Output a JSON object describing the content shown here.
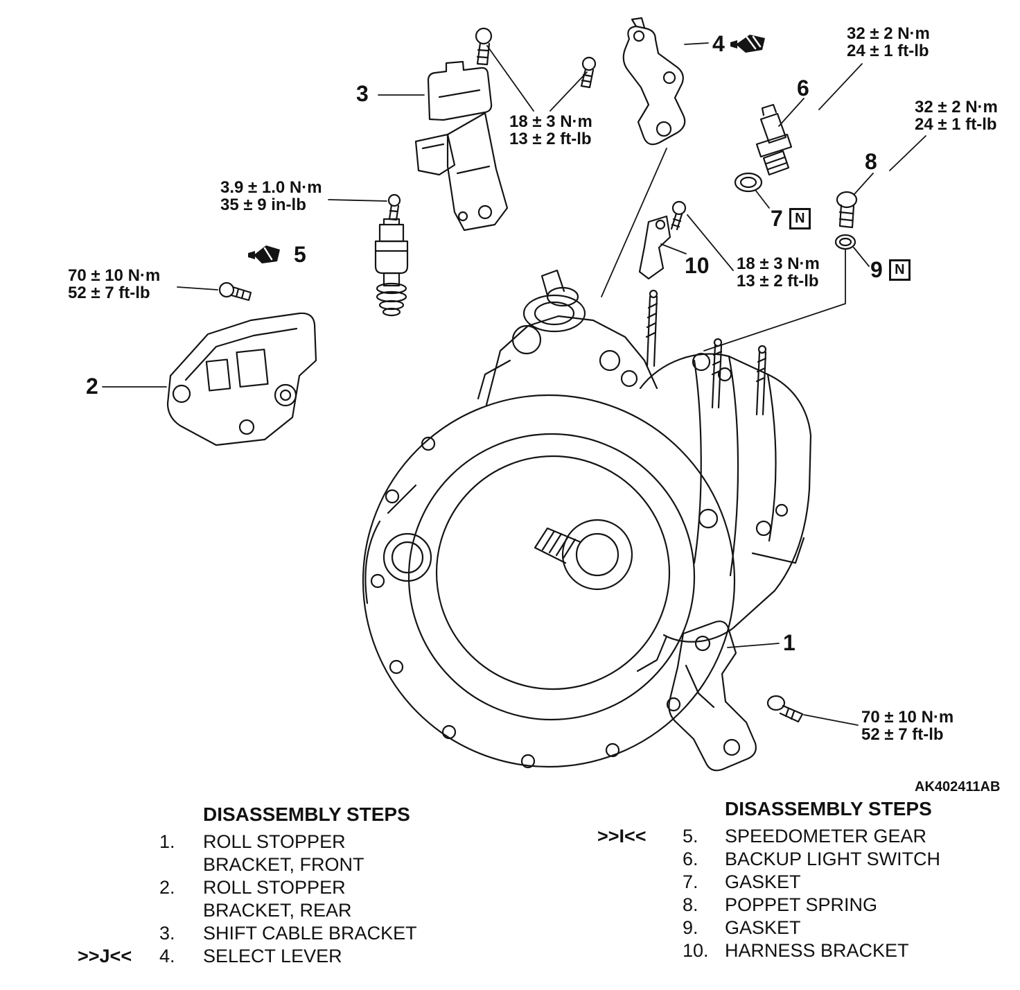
{
  "diagram": {
    "ref_code": "AK402411AB"
  },
  "callouts": {
    "c1": "1",
    "c2": "2",
    "c3": "3",
    "c4": "4",
    "c5": "5",
    "c6": "6",
    "c7": "7",
    "c8": "8",
    "c9": "9",
    "c10": "10",
    "n_symbol": "N"
  },
  "torque": {
    "top_right": {
      "l1": "32 ± 2 N·m",
      "l2": "24 ± 1 ft-lb"
    },
    "right": {
      "l1": "32 ± 2 N·m",
      "l2": "24 ± 1 ft-lb"
    },
    "center": {
      "l1": "18 ± 3 N·m",
      "l2": "13 ± 2 ft-lb"
    },
    "mid_right": {
      "l1": "18 ± 3 N·m",
      "l2": "13 ± 2 ft-lb"
    },
    "small": {
      "l1": "3.9 ± 1.0 N·m",
      "l2": "35 ± 9 in-lb"
    },
    "left": {
      "l1": "70 ± 10 N·m",
      "l2": "52 ± 7 ft-lb"
    },
    "bottom_right": {
      "l1": "70 ± 10 N·m",
      "l2": "52 ± 7 ft-lb"
    }
  },
  "steps_left": {
    "title": "DISASSEMBLY STEPS",
    "items": [
      {
        "prefix": "",
        "num": "1.",
        "label": "ROLL STOPPER BRACKET, FRONT"
      },
      {
        "prefix": "",
        "num": "2.",
        "label": "ROLL STOPPER BRACKET, REAR"
      },
      {
        "prefix": "",
        "num": "3.",
        "label": "SHIFT CABLE BRACKET"
      },
      {
        "prefix": ">>J<<",
        "num": "4.",
        "label": "SELECT LEVER"
      }
    ]
  },
  "steps_right": {
    "title": "DISASSEMBLY STEPS",
    "items": [
      {
        "prefix": ">>I<<",
        "num": "5.",
        "label": "SPEEDOMETER GEAR"
      },
      {
        "prefix": "",
        "num": "6.",
        "label": "BACKUP LIGHT SWITCH"
      },
      {
        "prefix": "",
        "num": "7.",
        "label": "GASKET"
      },
      {
        "prefix": "",
        "num": "8.",
        "label": "POPPET SPRING"
      },
      {
        "prefix": "",
        "num": "9.",
        "label": "GASKET"
      },
      {
        "prefix": "",
        "num": "10.",
        "label": "HARNESS BRACKET"
      }
    ]
  }
}
